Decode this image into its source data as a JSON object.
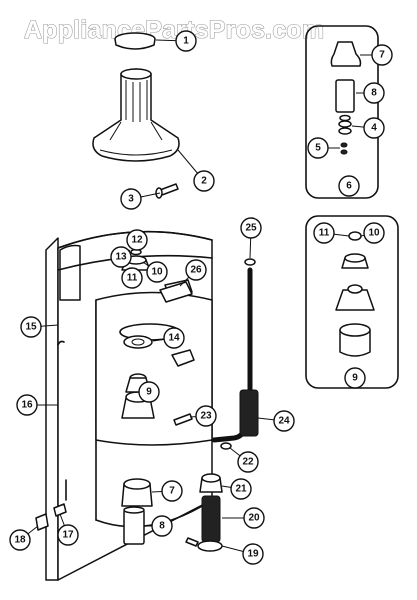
{
  "watermark": "AppliancePartsPros.com",
  "callouts": [
    {
      "label": "1"
    },
    {
      "label": "2"
    },
    {
      "label": "3"
    },
    {
      "label": "4"
    },
    {
      "label": "5"
    },
    {
      "label": "6"
    },
    {
      "label": "7"
    },
    {
      "label": "8"
    },
    {
      "label": "9"
    },
    {
      "label": "10"
    },
    {
      "label": "11"
    },
    {
      "label": "12"
    },
    {
      "label": "13"
    },
    {
      "label": "14"
    },
    {
      "label": "15"
    },
    {
      "label": "16"
    },
    {
      "label": "7"
    },
    {
      "label": "17"
    },
    {
      "label": "18"
    },
    {
      "label": "19"
    },
    {
      "label": "20"
    },
    {
      "label": "21"
    },
    {
      "label": "22"
    },
    {
      "label": "8"
    },
    {
      "label": "23"
    },
    {
      "label": "24"
    },
    {
      "label": "25"
    },
    {
      "label": "26"
    },
    {
      "label": "9"
    },
    {
      "label": "11"
    },
    {
      "label": "10"
    }
  ]
}
